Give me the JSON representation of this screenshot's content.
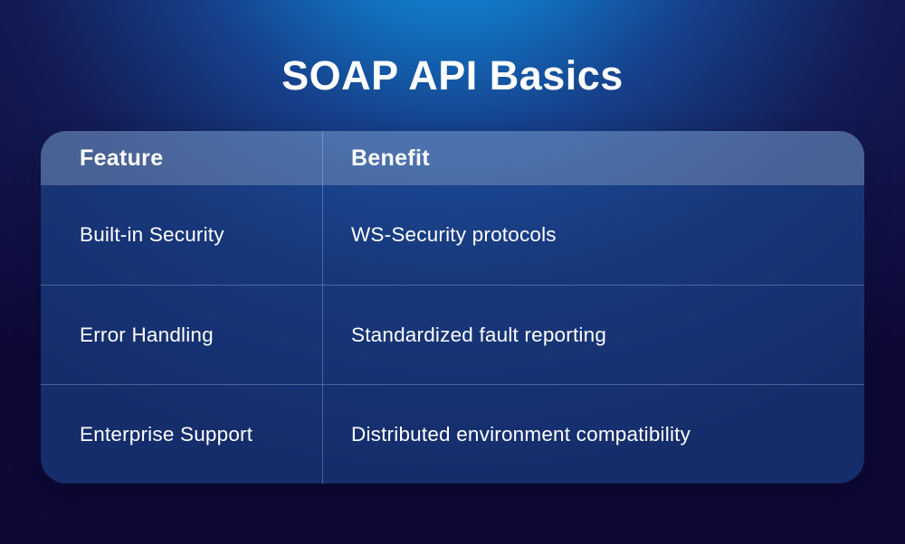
{
  "title": "SOAP API Basics",
  "chart_data": {
    "type": "table",
    "title": "SOAP API Basics",
    "columns": [
      "Feature",
      "Benefit"
    ],
    "rows": [
      [
        "Built-in Security",
        "WS-Security protocols"
      ],
      [
        "Error Handling",
        "Standardized fault reporting"
      ],
      [
        "Enterprise Support",
        "Distributed environment compatibility"
      ]
    ],
    "layout_hints": {
      "header_style": "translucent light band",
      "body_style": "translucent dark blue card, rounded corners",
      "dividers": "thin light-blue column and row separators"
    }
  },
  "colors": {
    "background_glow": "#1191DC",
    "background_dark": "#0E0837",
    "card_fill": "#1E5AAA",
    "header_tint": "#FFFFFF",
    "divider": "#AACDF0",
    "text": "#FFFFFF"
  }
}
